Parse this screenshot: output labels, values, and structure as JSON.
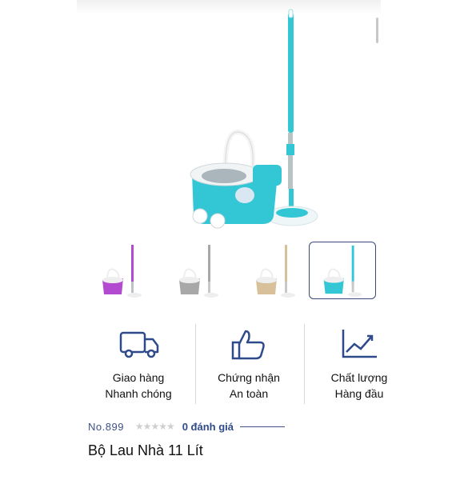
{
  "product": {
    "code": "No.899",
    "rating_stars": "★★★★★",
    "rating_text": "0 đánh giá",
    "title": "Bộ Lau Nhà 11 Lít",
    "rating": 0
  },
  "gallery": {
    "thumbnails": [
      {
        "color_name": "purple",
        "color": "#b24bd0"
      },
      {
        "color_name": "gray",
        "color": "#a8a8a8"
      },
      {
        "color_name": "beige",
        "color": "#d8c09a"
      },
      {
        "color_name": "cyan",
        "color": "#33c7d6",
        "selected": true
      }
    ]
  },
  "features": [
    {
      "icon": "delivery-truck-icon",
      "line1": "Giao hàng",
      "line2": "Nhanh chóng"
    },
    {
      "icon": "thumbs-up-icon",
      "line1": "Chứng nhận",
      "line2": "An toàn"
    },
    {
      "icon": "trend-chart-icon",
      "line1": "Chất lượng",
      "line2": "Hàng đầu"
    }
  ],
  "colors": {
    "accent": "#2f4a8a",
    "mop_cyan": "#33c7d6"
  }
}
